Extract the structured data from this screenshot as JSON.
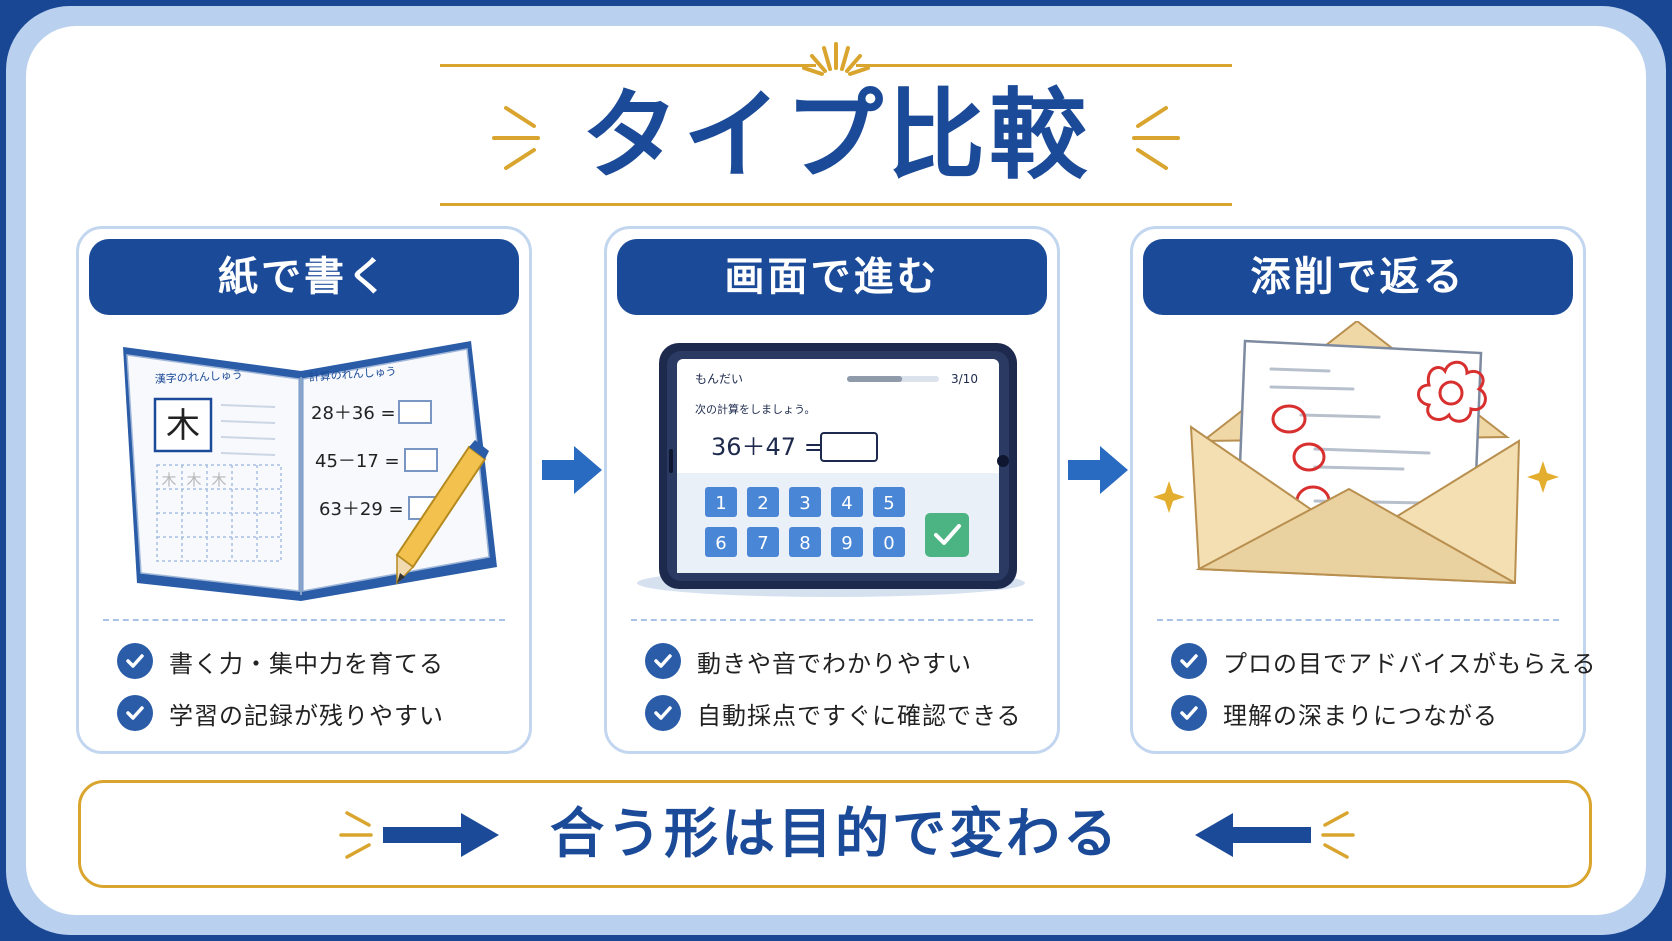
{
  "title": "タイプ比較",
  "colors": {
    "navy": "#1b4a98",
    "gold": "#d9a52e",
    "light_blue": "#b9d0ee",
    "check_blue": "#2a5ca8"
  },
  "cards": [
    {
      "header": "紙で書く",
      "illustration": {
        "left_page_title": "漢字のれんしゅう",
        "kanji": "木",
        "practice": "木",
        "right_page_title": "計算のれんしゅう",
        "problems": [
          "28＋36 =",
          "45－17 =",
          "63＋29 ="
        ]
      },
      "features": [
        "書く力・集中力を育てる",
        "学習の記録が残りやすい"
      ]
    },
    {
      "header": "画面で進む",
      "illustration": {
        "label": "もんだい",
        "progress_text": "3/10",
        "progress_fraction": 0.6,
        "instruction": "次の計算をしましょう。",
        "equation": "36＋47 =",
        "keys_row1": [
          "1",
          "2",
          "3",
          "4",
          "5"
        ],
        "keys_row2": [
          "6",
          "7",
          "8",
          "9",
          "0"
        ]
      },
      "features": [
        "動きや音でわかりやすい",
        "自動採点ですぐに確認できる"
      ]
    },
    {
      "header": "添削で返る",
      "illustration": {
        "icon": "envelope-with-graded-paper-icon"
      },
      "features": [
        "プロの目でアドバイスがもらえる",
        "理解の深まりにつながる"
      ]
    }
  ],
  "bottom_message": "合う形は目的で変わる"
}
